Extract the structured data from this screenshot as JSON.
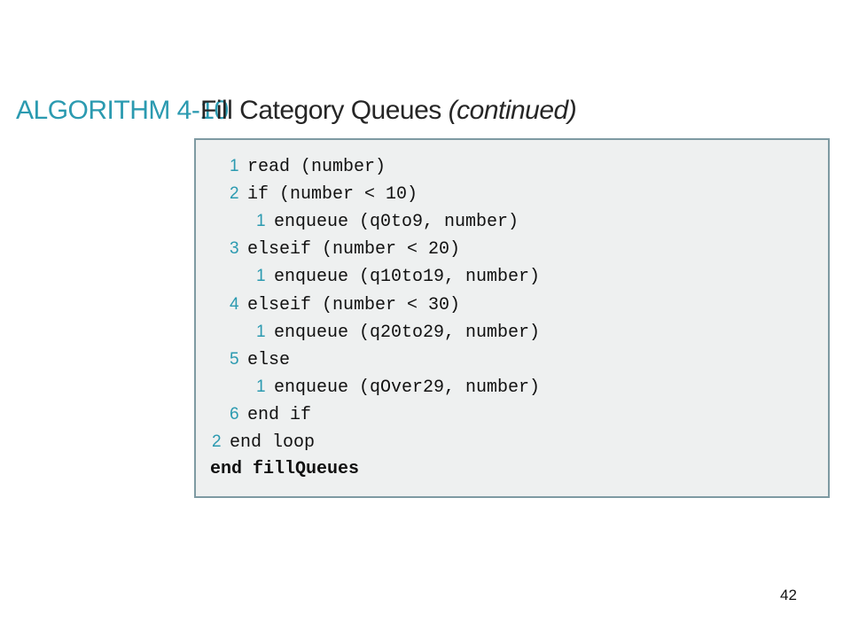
{
  "header": {
    "label": "ALGORITHM 4-10",
    "title": "Fill Category Queues",
    "continued": "(continued)"
  },
  "code": {
    "lines": [
      {
        "num": "1",
        "text": "read (number)"
      },
      {
        "num": "2",
        "text": "if (number < 10)"
      },
      {
        "num": "1",
        "text": "enqueue (q0to9, number)"
      },
      {
        "num": "3",
        "text": "elseif (number < 20)"
      },
      {
        "num": "1",
        "text": "enqueue (q10to19, number)"
      },
      {
        "num": "4",
        "text": "elseif (number < 30)"
      },
      {
        "num": "1",
        "text": "enqueue (q20to29, number)"
      },
      {
        "num": "5",
        "text": "else"
      },
      {
        "num": "1",
        "text": "enqueue (qOver29, number)"
      },
      {
        "num": "6",
        "text": "end if"
      },
      {
        "num": "2",
        "text": "end loop"
      },
      {
        "num": "",
        "text": "end fillQueues"
      }
    ]
  },
  "footer": {
    "page_number": "42"
  }
}
